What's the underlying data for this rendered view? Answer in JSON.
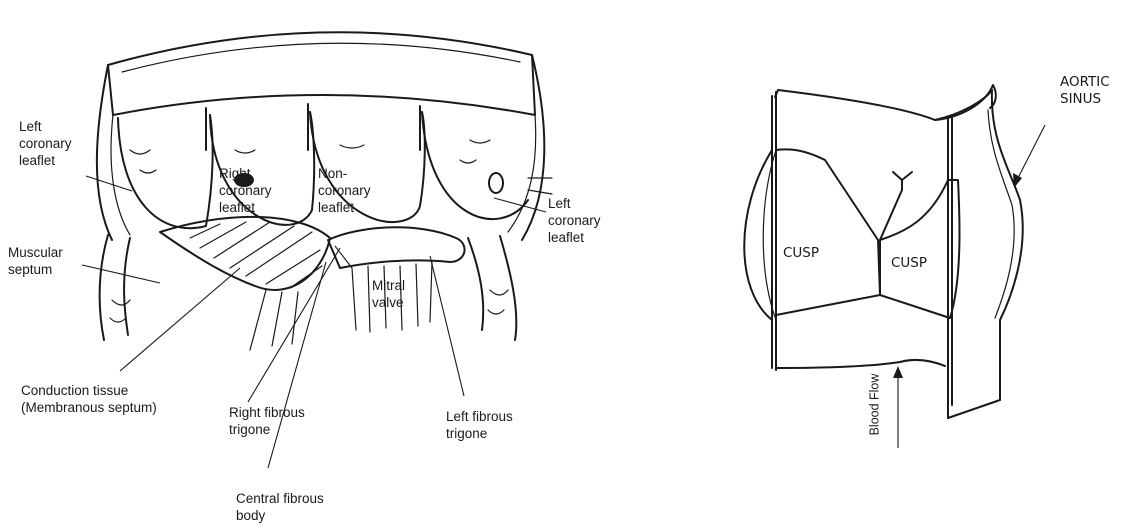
{
  "left_figure": {
    "labels": {
      "left_coronary_leaflet_left": "Left\ncoronary\nleaflet",
      "right_coronary_leaflet": "Right\ncoronary\nleaflet",
      "non_coronary_leaflet": "Non-\ncoronary\nleaflet",
      "left_coronary_leaflet_right": "Left\ncoronary\nleaflet",
      "muscular_septum": "Muscular\nseptum",
      "mitral_valve": "Mitral\nvalve",
      "conduction_tissue": "Conduction tissue\n(Membranous septum)",
      "right_fibrous_trigone": "Right fibrous\ntrigone",
      "left_fibrous_trigone": "Left fibrous\ntrigone",
      "central_fibrous_body": "Central fibrous\nbody"
    }
  },
  "right_figure": {
    "labels": {
      "aortic_sinus": "AORTIC\nSINUS",
      "cusp_left": "CUSP",
      "cusp_right": "CUSP",
      "blood_flow": "Blood Flow"
    }
  }
}
